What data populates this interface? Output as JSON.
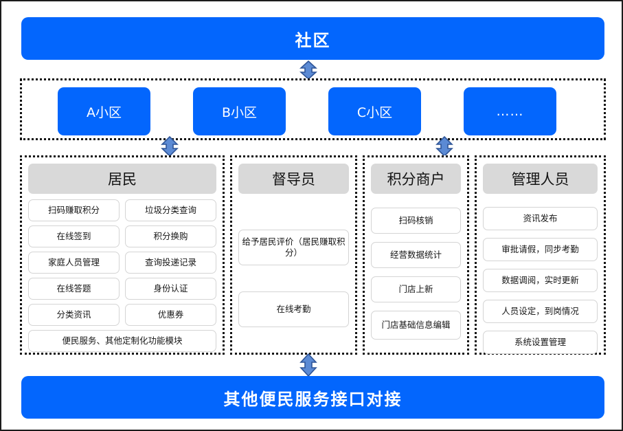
{
  "diagram": {
    "top_banner": "社区",
    "bottom_banner": "其他便民服务接口对接",
    "estates": [
      {
        "label": "A小区"
      },
      {
        "label": "B小区"
      },
      {
        "label": "C小区"
      },
      {
        "label": "……"
      }
    ],
    "roles": [
      {
        "id": "residents",
        "title": "居民",
        "items": [
          "扫码赚取积分",
          "垃圾分类查询",
          "在线签到",
          "积分换购",
          "家庭人员管理",
          "查询投递记录",
          "在线答题",
          "身份认证",
          "分类资讯",
          "优惠券",
          "便民服务、其他定制化功能模块"
        ]
      },
      {
        "id": "supervisor",
        "title": "督导员",
        "items": [
          "给予居民评价（居民赚取积分）",
          "在线考勤"
        ]
      },
      {
        "id": "merchant",
        "title": "积分商户",
        "items": [
          "扫码核销",
          "经营数据统计",
          "门店上新",
          "门店基础信息编辑"
        ]
      },
      {
        "id": "admin",
        "title": "管理人员",
        "items": [
          "资讯发布",
          "审批请假，同步考勤",
          "数据调阅，实时更新",
          "人员设定，到岗情况",
          "系统设置管理"
        ]
      }
    ],
    "connectors": [
      {
        "name": "community-to-estates"
      },
      {
        "name": "estates-to-residents"
      },
      {
        "name": "estates-to-merchant"
      },
      {
        "name": "roles-to-services"
      }
    ],
    "colors": {
      "banner_blue": "#0366fd",
      "header_gray": "#d9d9d9",
      "arrow_fill": "#5b8ad4",
      "arrow_stroke": "#2f5597",
      "chip_border": "#d4d4d4",
      "dotted_border": "#121212"
    }
  }
}
